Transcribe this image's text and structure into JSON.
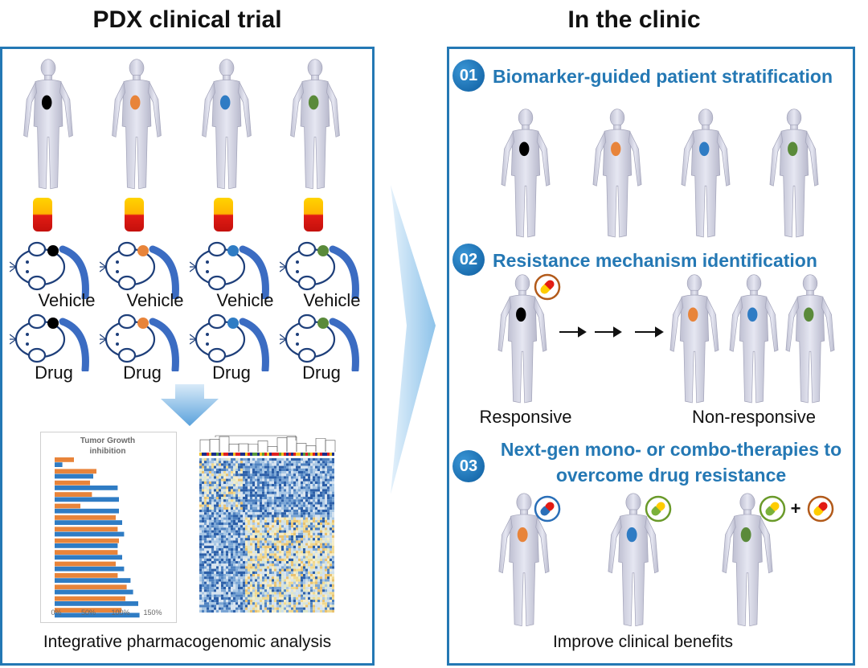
{
  "left": {
    "title": "PDX clinical trial",
    "patient_tumor_colors": [
      "#000000",
      "#e8843a",
      "#2f7cc4",
      "#5a8a3a"
    ],
    "vehicle_label": "Vehicle",
    "drug_label": "Drug",
    "analysis_label": "Integrative pharmacogenomic analysis",
    "chart_data": {
      "type": "bar",
      "orientation": "horizontal",
      "title": "Tumor Growth inhibition",
      "x_tick_labels": [
        "0%",
        "50%",
        "100%",
        "150%"
      ],
      "xlim": [
        0,
        150
      ],
      "series": [
        {
          "color": "#e8843a",
          "values": [
            30,
            65,
            55,
            58,
            40,
            95,
            98,
            100,
            98,
            95,
            98,
            112,
            110,
            104
          ]
        },
        {
          "color": "#2f7cc4",
          "values": [
            12,
            60,
            98,
            100,
            100,
            105,
            108,
            98,
            105,
            108,
            118,
            122,
            130,
            132
          ]
        }
      ]
    }
  },
  "right": {
    "title": "In the clinic",
    "step1": {
      "number": "01",
      "title": "Biomarker-guided patient stratification"
    },
    "step2": {
      "number": "02",
      "title": "Resistance mechanism identification",
      "responsive_label": "Responsive",
      "nonresponsive_label": "Non-responsive"
    },
    "step3": {
      "number": "03",
      "title_line1": "Next-gen mono- or combo-therapies to",
      "title_line2": "overcome drug resistance",
      "plus_sign": "+",
      "benefit_label": "Improve clinical benefits"
    }
  }
}
